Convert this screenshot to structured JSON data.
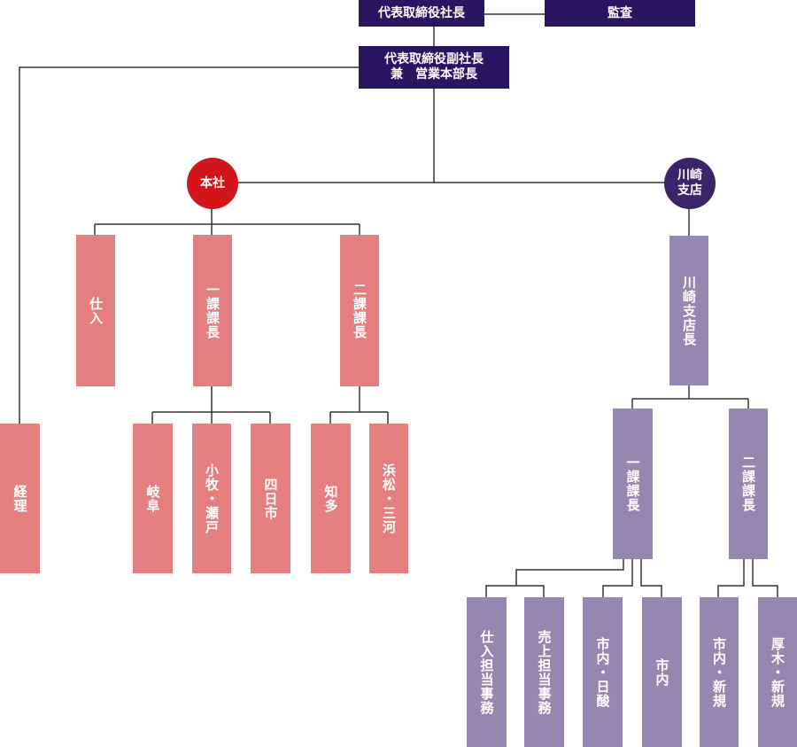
{
  "colors": {
    "executive": "#2a1660",
    "honsha_circle": "#d2161c",
    "kawasaki_circle": "#3b2469",
    "honsha_box": "#e57e7f",
    "kawasaki_box": "#9488b0",
    "line": "#333333"
  },
  "executives": {
    "president": "代表取締役社長",
    "audit": "監査",
    "vice_president_line1": "代表取締役副社長",
    "vice_president_line2": "兼　営業本部長"
  },
  "accounting": "経理",
  "honsha": {
    "label": "本社",
    "depts": {
      "purchasing": "仕入",
      "section1": "一課課長",
      "section2": "二課課長"
    },
    "section1_units": [
      "岐阜",
      "小牧・瀬戸",
      "四日市"
    ],
    "section2_units": [
      "知多",
      "浜松・三河"
    ]
  },
  "kawasaki": {
    "label_line1": "川崎",
    "label_line2": "支店",
    "manager": "川崎支店長",
    "section1": "一課課長",
    "section2": "二課課長",
    "section1_units": [
      "仕入担当事務",
      "売上担当事務",
      "市内・日酸",
      "市内"
    ],
    "section2_units": [
      "市内・新規",
      "厚木・新規"
    ]
  }
}
